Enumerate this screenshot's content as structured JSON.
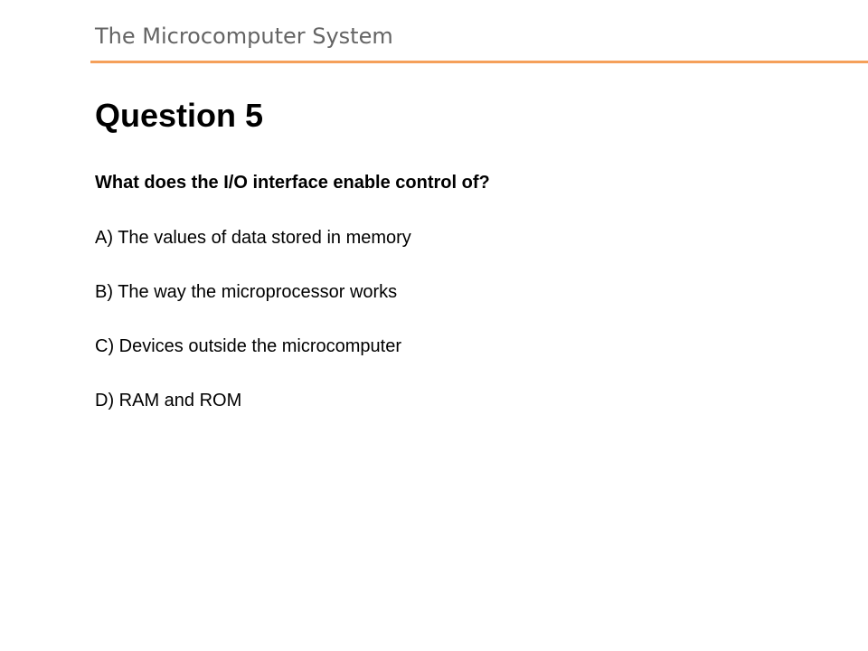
{
  "header": {
    "title": "The Microcomputer System",
    "rule_color": "#F5A05A"
  },
  "slide": {
    "title": "Question 5",
    "question": "What does the I/O interface enable control of?",
    "options": [
      "A) The values of data stored in memory",
      "B) The way the microprocessor works",
      "C) Devices outside the microcomputer",
      "D) RAM and ROM"
    ]
  }
}
